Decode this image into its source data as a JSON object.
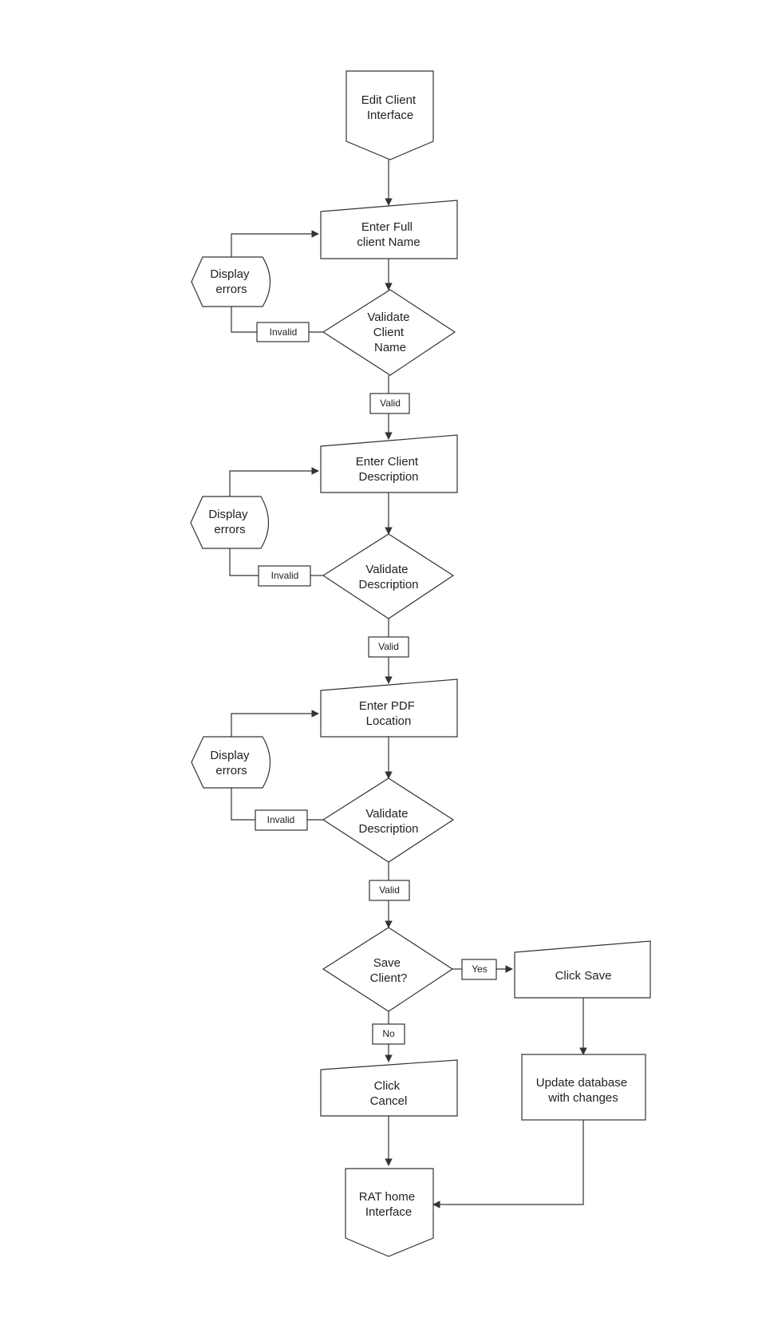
{
  "nodes": {
    "edit_client_interface": [
      "Edit Client",
      "Interface"
    ],
    "enter_full_client_name": [
      "Enter Full",
      "client Name"
    ],
    "display_errors_1": [
      "Display",
      "errors"
    ],
    "validate_client_name": [
      "Validate",
      "Client",
      "Name"
    ],
    "enter_client_description": [
      "Enter Client",
      "Description"
    ],
    "display_errors_2": [
      "Display",
      "errors"
    ],
    "validate_description_1": [
      "Validate",
      "Description"
    ],
    "enter_pdf_location": [
      "Enter PDF",
      "Location"
    ],
    "display_errors_3": [
      "Display",
      "errors"
    ],
    "validate_description_2": [
      "Validate",
      "Description"
    ],
    "save_client": [
      "Save",
      "Client?"
    ],
    "click_save": [
      "Click Save"
    ],
    "click_cancel": [
      "Click",
      "Cancel"
    ],
    "update_database": [
      "Update database",
      "with changes"
    ],
    "rat_home_interface": [
      "RAT home",
      "Interface"
    ]
  },
  "edge_labels": {
    "invalid_1": "Invalid",
    "valid_1": "Valid",
    "invalid_2": "Invalid",
    "valid_2": "Valid",
    "invalid_3": "Invalid",
    "valid_3": "Valid",
    "yes": "Yes",
    "no": "No"
  }
}
